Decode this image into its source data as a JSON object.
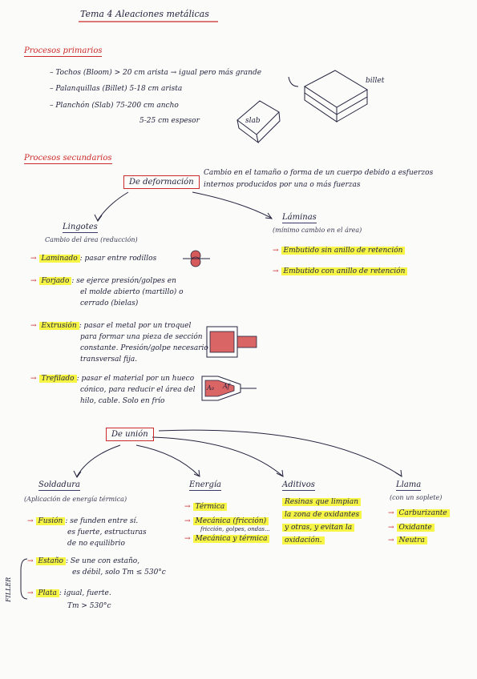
{
  "title": "Tema 4 Aleaciones metálicas",
  "primarios": {
    "heading": "Procesos primarios",
    "items": [
      "– Tochos (Bloom) > 20 cm arista → igual pero más grande",
      "– Palanquillas (Billet) 5-18 cm arista",
      "– Planchón (Slab)  75-200 cm ancho",
      "5-25 cm espesor"
    ],
    "billet_label": "billet",
    "slab_label": "slab"
  },
  "secundarios": {
    "heading": "Procesos secundarios",
    "deformacion": {
      "box": "De deformación",
      "desc_1": "Cambio en el tamaño o forma de un cuerpo debido a esfuerzos",
      "desc_2": "internos producidos por una o más fuerzas"
    },
    "lingotes": {
      "title": "Lingotes",
      "sub": "Cambio del área (reducción)",
      "laminado": {
        "label": "Laminado",
        "desc": ": pasar entre rodillos"
      },
      "forjado": {
        "label": "Forjado",
        "desc_1": ": se ejerce presión/golpes en",
        "desc_2": "el molde abierto (martillo) o",
        "desc_3": "cerrado (bielas)"
      },
      "extrusion": {
        "label": "Extrusión",
        "desc_1": ": pasar el metal por un troquel",
        "desc_2": "para formar una pieza de sección",
        "desc_3": "constante. Presión/golpe necesario",
        "desc_4": "transversal fija."
      },
      "trefilado": {
        "label": "Trefilado",
        "desc_1": ": pasar el material por un hueco",
        "desc_2": "cónico, para reducir el área del",
        "desc_3": "hilo, cable. Solo en frío"
      },
      "die_label_a0": "A₀",
      "die_label_af": "Af"
    },
    "laminas": {
      "title": "Láminas",
      "sub": "(mínimo cambio en el área)",
      "item_1": "Embutido sin anillo de retención",
      "item_2": "Embutido con anillo de retención"
    },
    "union": {
      "box": "De unión",
      "soldadura": {
        "title": "Soldadura",
        "sub": "(Aplicación de energía térmica)",
        "fusion": {
          "label": "Fusión",
          "desc_1": ": se funden entre sí.",
          "desc_2": "es fuerte, estructuras",
          "desc_3": "de no equilibrio"
        },
        "estano": {
          "label": "Estaño",
          "desc_1": ": Se une con estaño,",
          "desc_2": "es débil, solo Tm ≤ 530°c"
        },
        "plata": {
          "label": "Plata",
          "desc_1": ": igual, fuerte.",
          "desc_2": "Tm > 530°c"
        },
        "filler": "FILLER"
      },
      "energia": {
        "title": "Energía",
        "items": [
          "Térmica",
          "Mecánica (fricción)",
          "Mecánica y térmica"
        ],
        "note": "fricción, golpes, ondas..."
      },
      "aditivos": {
        "title": "Aditivos",
        "lines": [
          "Resinas que limpian",
          "la zona de oxidantes",
          "y otras, y evitan la",
          "oxidación."
        ]
      },
      "llama": {
        "title": "Llama",
        "sub": "(con un soplete)",
        "items": [
          "Carburizante",
          "Oxidante",
          "Neutra"
        ]
      }
    }
  }
}
